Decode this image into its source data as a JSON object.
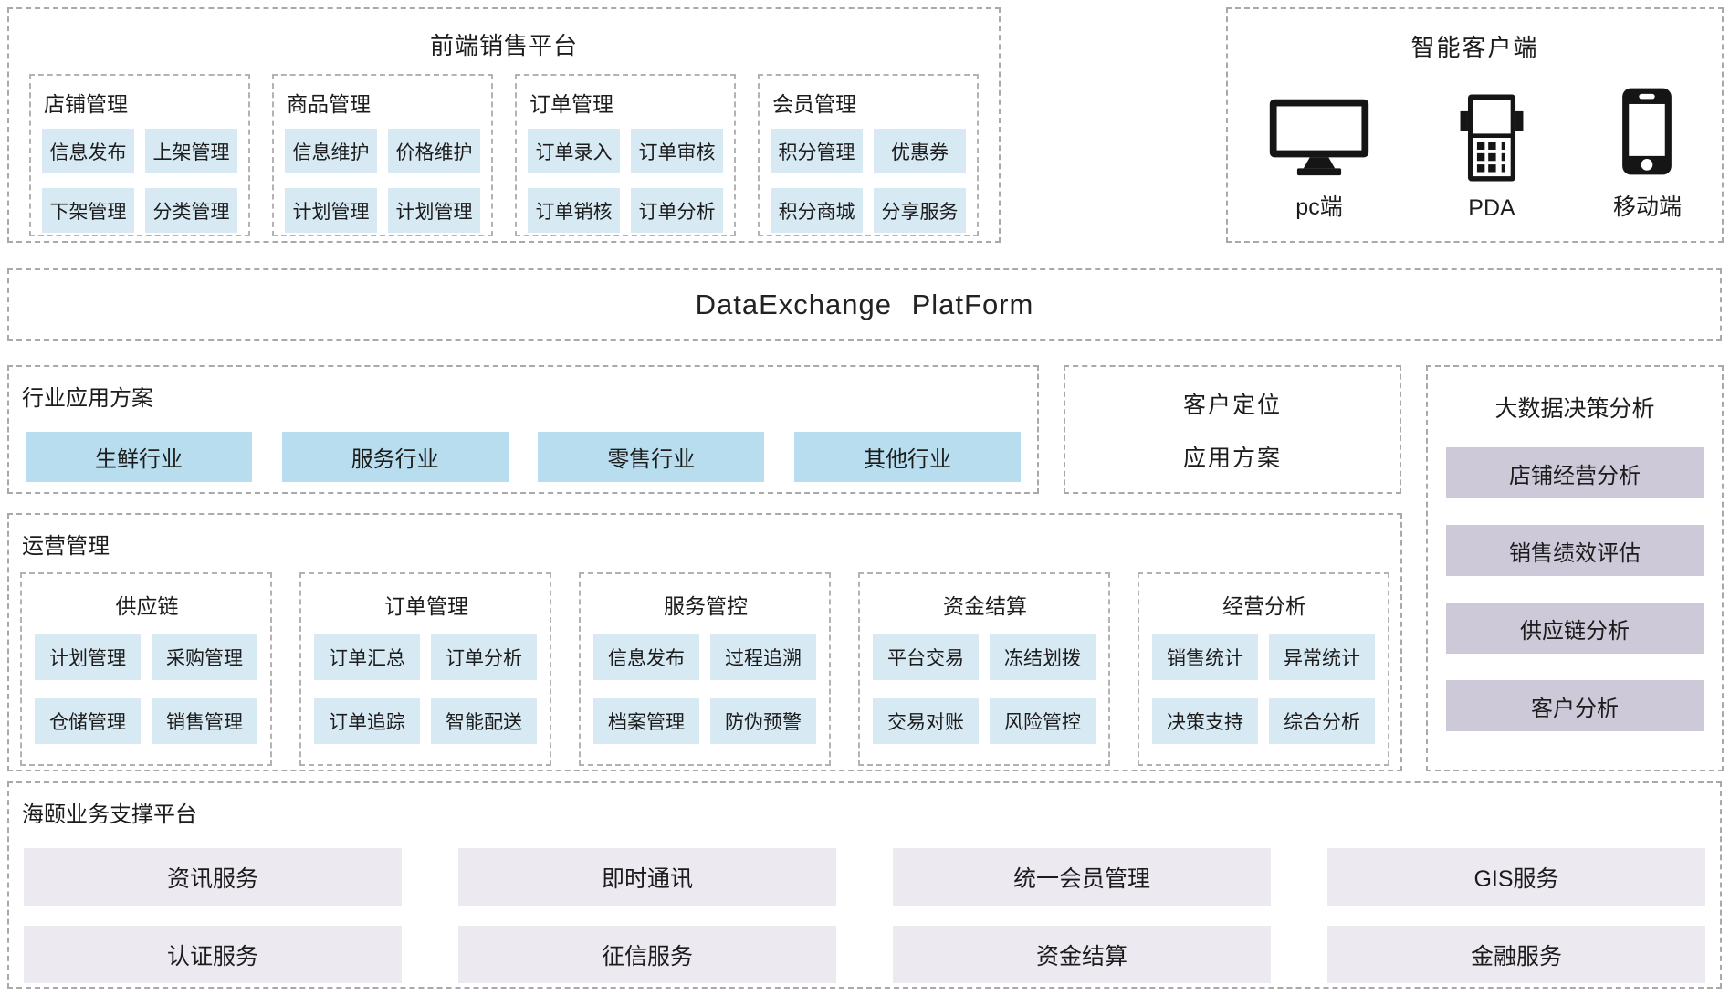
{
  "frontend": {
    "title": "前端销售平台",
    "groups": [
      {
        "title": "店铺管理",
        "items": [
          "信息发布",
          "上架管理",
          "下架管理",
          "分类管理"
        ]
      },
      {
        "title": "商品管理",
        "items": [
          "信息维护",
          "价格维护",
          "计划管理",
          "计划管理"
        ]
      },
      {
        "title": "订单管理",
        "items": [
          "订单录入",
          "订单审核",
          "订单销核",
          "订单分析"
        ]
      },
      {
        "title": "会员管理",
        "items": [
          "积分管理",
          "优惠券",
          "积分商城",
          "分享服务"
        ]
      }
    ]
  },
  "client": {
    "title": "智能客户端",
    "devices": [
      {
        "label": "pc端",
        "icon": "desktop-monitor-icon"
      },
      {
        "label": "PDA",
        "icon": "pda-icon"
      },
      {
        "label": "移动端",
        "icon": "smartphone-icon"
      }
    ]
  },
  "exchange": {
    "title": "DataExchange PlatForm"
  },
  "industry": {
    "title": "行业应用方案",
    "items": [
      "生鲜行业",
      "服务行业",
      "零售行业",
      "其他行业"
    ]
  },
  "customer": {
    "lines": [
      "客户定位",
      "应用方案"
    ]
  },
  "bigdata": {
    "title": "大数据决策分析",
    "items": [
      "店铺经营分析",
      "销售绩效评估",
      "供应链分析",
      "客户分析"
    ]
  },
  "operations": {
    "title": "运营管理",
    "groups": [
      {
        "title": "供应链",
        "items": [
          "计划管理",
          "采购管理",
          "仓储管理",
          "销售管理"
        ]
      },
      {
        "title": "订单管理",
        "items": [
          "订单汇总",
          "订单分析",
          "订单追踪",
          "智能配送"
        ]
      },
      {
        "title": "服务管控",
        "items": [
          "信息发布",
          "过程追溯",
          "档案管理",
          "防伪预警"
        ]
      },
      {
        "title": "资金结算",
        "items": [
          "平台交易",
          "冻结划拨",
          "交易对账",
          "风险管控"
        ]
      },
      {
        "title": "经营分析",
        "items": [
          "销售统计",
          "异常统计",
          "决策支持",
          "综合分析"
        ]
      }
    ]
  },
  "support": {
    "title": "海颐业务支撑平台",
    "items": [
      "资讯服务",
      "即时通讯",
      "统一会员管理",
      "GIS服务",
      "认证服务",
      "征信服务",
      "资金结算",
      "金融服务"
    ]
  },
  "colors": {
    "chip_light_blue": "#d7e9f3",
    "chip_medium_blue": "#b7ddee",
    "chip_lavender": "#cdc9d9",
    "chip_pale_lavender": "#ede9f1",
    "dashed_border": "#a9a9a9",
    "icon_black": "#151515",
    "text": "#1c1c1c"
  }
}
